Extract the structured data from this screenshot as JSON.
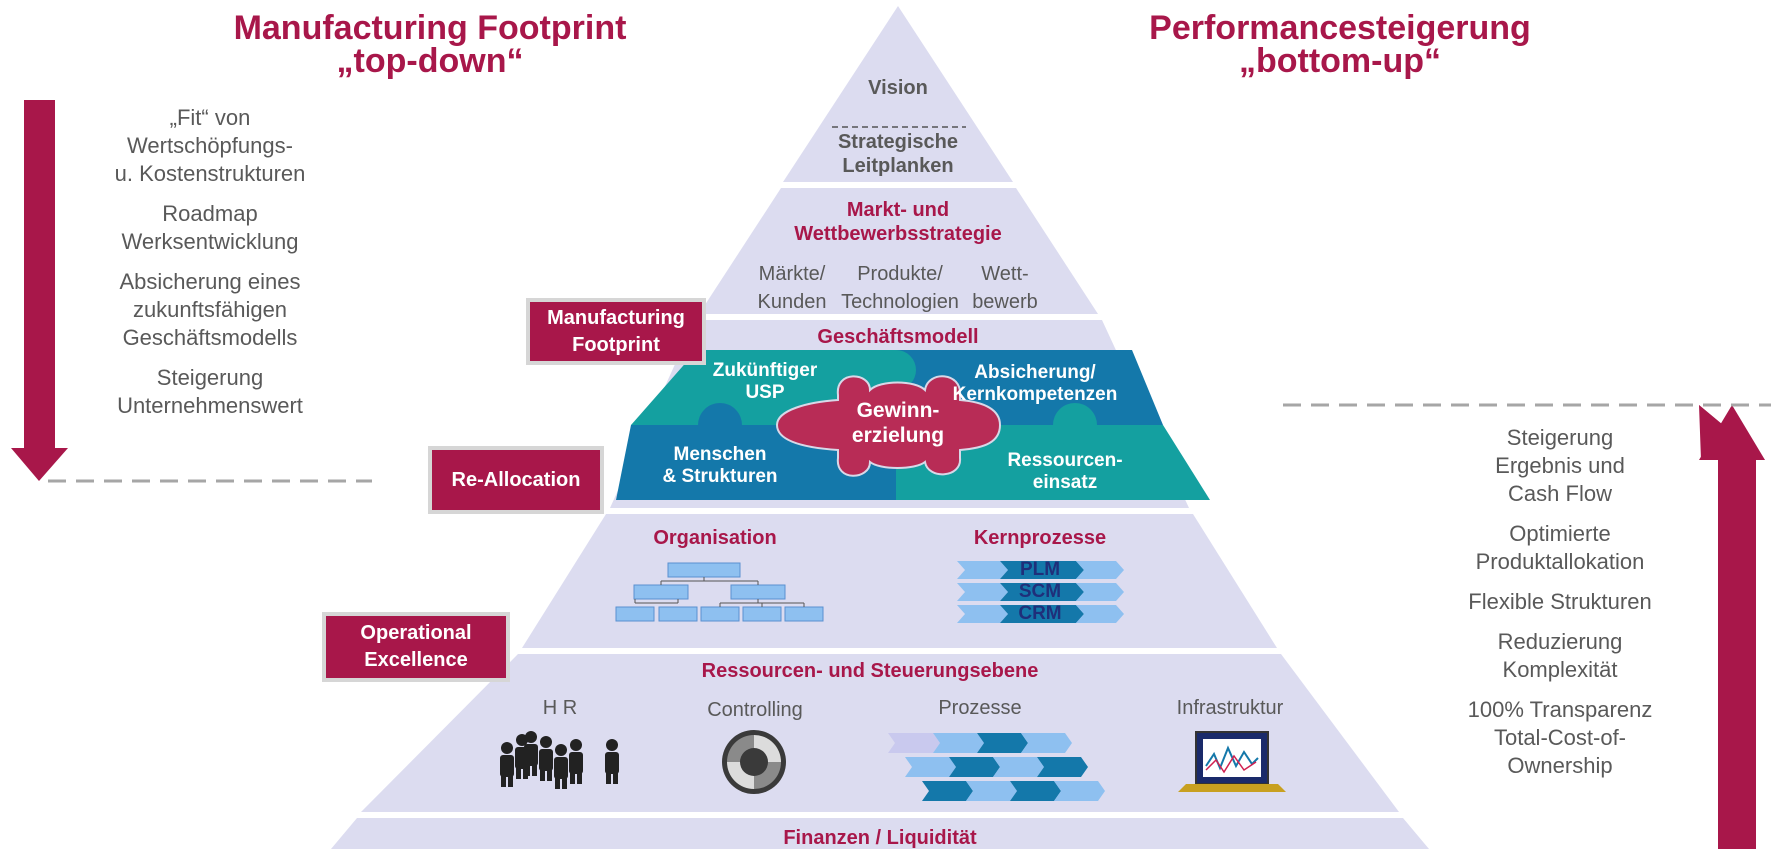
{
  "headers": {
    "left_line1": "Manufacturing Footprint",
    "left_line2": "„top-down“",
    "right_line1": "Performancesteigerung",
    "right_line2": "„bottom-up“"
  },
  "left_list": [
    [
      "„Fit“ von",
      "Wertschöpfungs-",
      "u. Kostenstrukturen"
    ],
    [
      "Roadmap",
      "Werksentwicklung"
    ],
    [
      "Absicherung eines",
      "zukunftsfähigen",
      "Geschäftsmodells"
    ],
    [
      "Steigerung",
      "Unternehmenswert"
    ]
  ],
  "right_list": [
    [
      "Steigerung",
      "Ergebnis und",
      "Cash Flow"
    ],
    [
      "Optimierte",
      "Produktallokation"
    ],
    [
      "Flexible Strukturen"
    ],
    [
      "Reduzierung",
      "Komplexität"
    ],
    [
      "100% Transparenz",
      "Total-Cost-of-",
      "Ownership"
    ]
  ],
  "pyramid": {
    "vision": "Vision",
    "strategic": [
      "Strategische",
      "Leitplanken"
    ],
    "market_title": [
      "Markt- und",
      "Wettbewerbsstrategie"
    ],
    "market_items": [
      [
        "Märkte/",
        "Kunden"
      ],
      [
        "Produkte/",
        "Technologien"
      ],
      [
        "Wett-",
        "bewerb"
      ]
    ],
    "business_model": "Geschäftsmodell",
    "puzzle": {
      "usp": [
        "Zukünftiger",
        "USP"
      ],
      "core": [
        "Absicherung/",
        "Kernkompetenzen"
      ],
      "center": [
        "Gewinn-",
        "erzielung"
      ],
      "people": [
        "Menschen",
        "& Strukturen"
      ],
      "resources": [
        "Ressourcen-",
        "einsatz"
      ]
    },
    "organisation": "Organisation",
    "core_processes": "Kernprozesse",
    "processes": [
      "PLM",
      "SCM",
      "CRM"
    ],
    "resources_level": "Ressourcen- und Steuerungsebene",
    "resource_items": [
      "H R",
      "Controlling",
      "Prozesse",
      "Infrastruktur"
    ],
    "finance": "Finanzen / Liquidität"
  },
  "badges": {
    "manufacturing_footprint": [
      "Manufacturing",
      "Footprint"
    ],
    "re_allocation": "Re-Allocation",
    "operational_excellence": [
      "Operational",
      "Excellence"
    ]
  },
  "colors": {
    "accent": "#a8174a",
    "pyramid_fill": "#dcdcf0",
    "teal": "#14a0a0",
    "blue": "#1478aa",
    "grey_text": "#595959"
  },
  "icons": [
    "arrow-down-icon",
    "arrow-up-icon",
    "org-chart-icon",
    "process-chevrons-icon",
    "people-icon",
    "controlling-cycle-icon",
    "process-flow-icon",
    "monitor-chart-icon"
  ]
}
